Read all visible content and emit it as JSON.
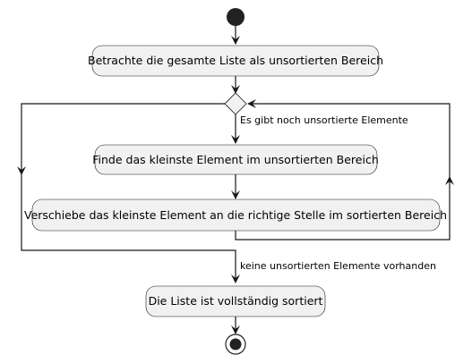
{
  "diagram": {
    "type": "activity",
    "colors": {
      "node_fill": "#F1F1F1",
      "node_stroke": "#181818",
      "edge": "#181818",
      "background": "#FFFFFF"
    },
    "nodes": {
      "step1": "Betrachte die gesamte Liste als unsortierten Bereich",
      "step2": "Finde das kleinste Element im unsortierten Bereich",
      "step3": "Verschiebe das kleinste Element an die richtige Stelle im sortierten Bereich",
      "step4": "Die Liste ist vollständig sortiert"
    },
    "edges": {
      "loop_condition": "Es gibt noch unsortierte Elemente",
      "exit_condition": "keine unsortierten Elemente vorhanden"
    }
  }
}
